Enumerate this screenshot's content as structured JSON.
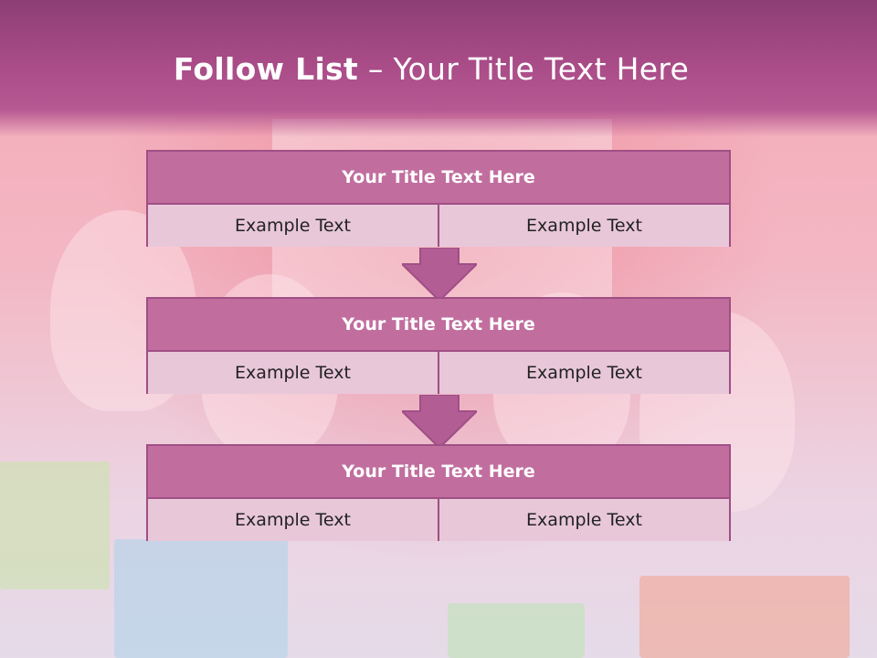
{
  "header": {
    "title_bold": "Follow List",
    "title_rest": " – Your Title Text Here"
  },
  "blocks": [
    {
      "title": "Your Title Text Here",
      "cells": [
        "Example Text",
        "Example Text"
      ]
    },
    {
      "title": "Your Title Text Here",
      "cells": [
        "Example Text",
        "Example Text"
      ]
    },
    {
      "title": "Your Title Text Here",
      "cells": [
        "Example Text",
        "Example Text"
      ]
    }
  ],
  "colors": {
    "header": "#a84b87",
    "block_title": "#c16e9f",
    "block_cell": "#e8c7d9",
    "border": "#a04f86",
    "arrow": "#b25d94"
  }
}
